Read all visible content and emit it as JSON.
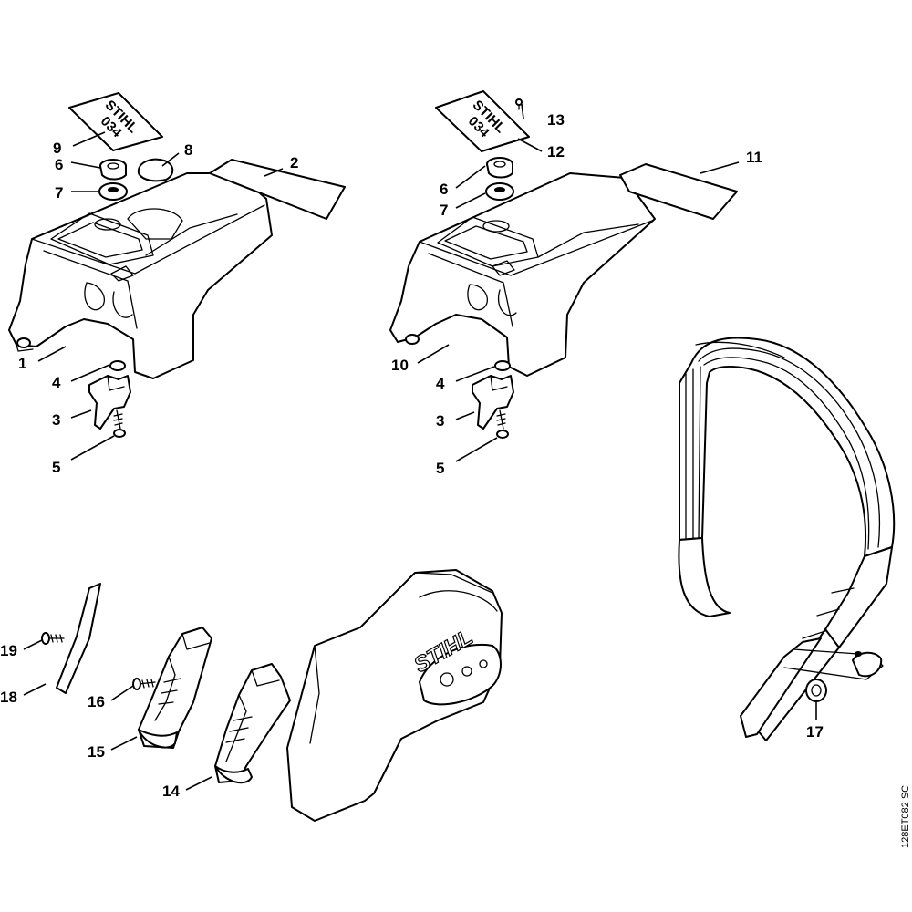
{
  "drawing_ref": "128ET082 SC",
  "decal_brand": "STIHL",
  "decal_model": "034",
  "cover_logo": "STIHL",
  "callouts": {
    "c1": "1",
    "c2": "2",
    "c3a": "3",
    "c4a": "4",
    "c5a": "5",
    "c6a": "6",
    "c7a": "7",
    "c8": "8",
    "c9": "9",
    "c10": "10",
    "c11": "11",
    "c12": "12",
    "c13": "13",
    "c3b": "3",
    "c4b": "4",
    "c5b": "5",
    "c6b": "6",
    "c7b": "7",
    "c14": "14",
    "c15": "15",
    "c16": "16",
    "c17": "17",
    "c18": "18",
    "c19": "19"
  }
}
